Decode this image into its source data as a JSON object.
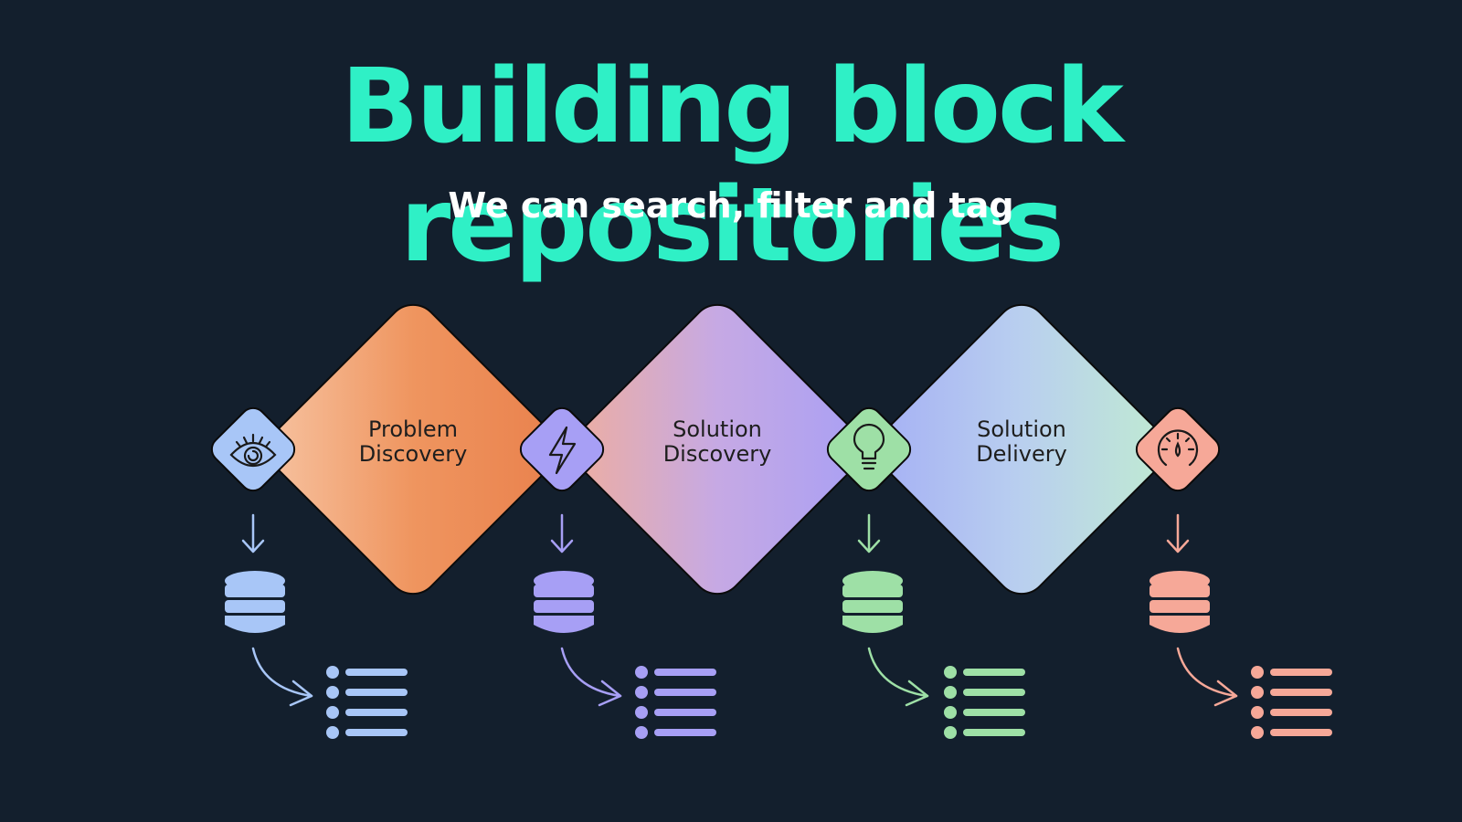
{
  "title": "Building block repositories",
  "subtitle": "We can search, filter and tag",
  "colors": {
    "background": "#131f2d",
    "title": "#2ff0c6",
    "subtitle": "#ffffff"
  },
  "stages": [
    {
      "line1": "Problem",
      "line2": "Discovery"
    },
    {
      "line1": "Solution",
      "line2": "Discovery"
    },
    {
      "line1": "Solution",
      "line2": "Delivery"
    }
  ],
  "checkpoints": [
    {
      "icon": "eye-icon",
      "color": "#a8c6f7"
    },
    {
      "icon": "lightning-icon",
      "color": "#a79ff5"
    },
    {
      "icon": "lightbulb-icon",
      "color": "#9ee0a6"
    },
    {
      "icon": "gauge-icon",
      "color": "#f6a898"
    }
  ]
}
